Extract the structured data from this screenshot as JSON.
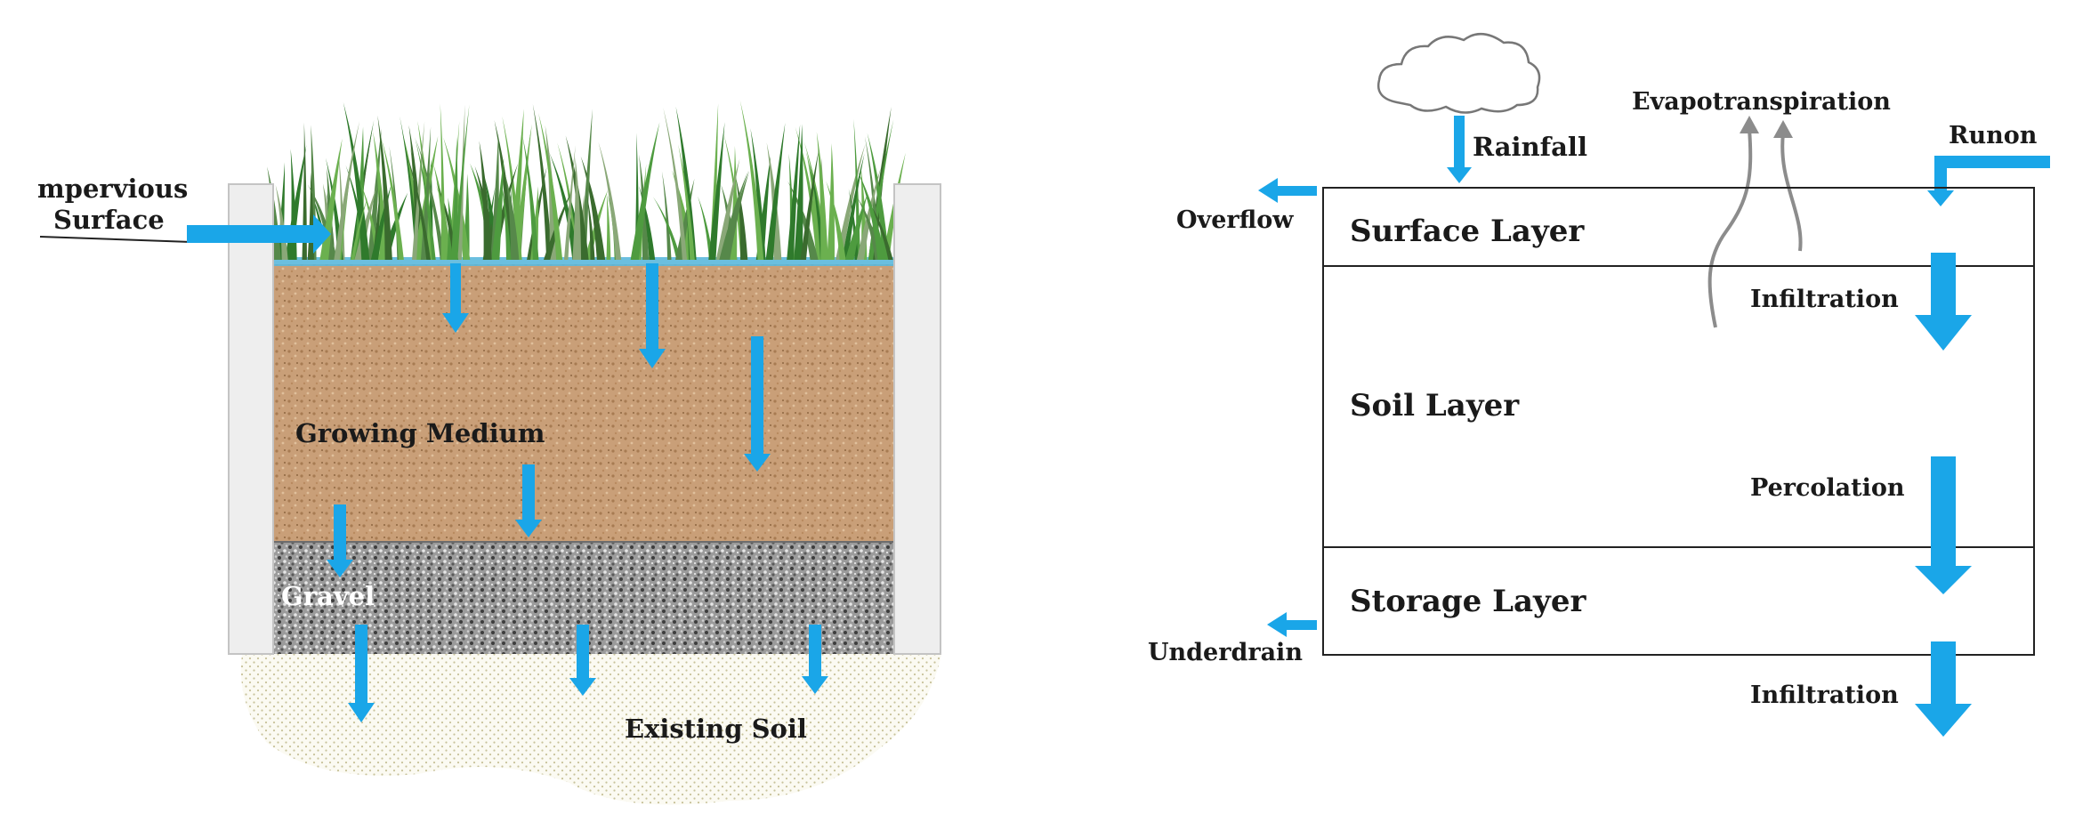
{
  "left_panel": {
    "impervious_surface_line1": "mpervious",
    "impervious_surface_line2": "Surface",
    "growing_medium": "Growing Medium",
    "gravel": "Gravel",
    "existing_soil": "Existing Soil"
  },
  "right_panel": {
    "rainfall": "Rainfall",
    "evapotranspiration": "Evapotranspiration",
    "runon": "Runon",
    "overflow": "Overflow",
    "surface_layer": "Surface Layer",
    "infiltration_top": "Infiltration",
    "soil_layer": "Soil Layer",
    "percolation": "Percolation",
    "storage_layer": "Storage Layer",
    "underdrain": "Underdrain",
    "infiltration_bottom": "Infiltration"
  },
  "colors": {
    "flow_arrow": "#1aa6e8",
    "evap_arrow": "#8c8c8c",
    "box_outline": "#222222",
    "soil": "#c99f78",
    "gravel": "#9a9a9a",
    "grass": "#3f8e3a",
    "wall": "#eeeeee"
  }
}
